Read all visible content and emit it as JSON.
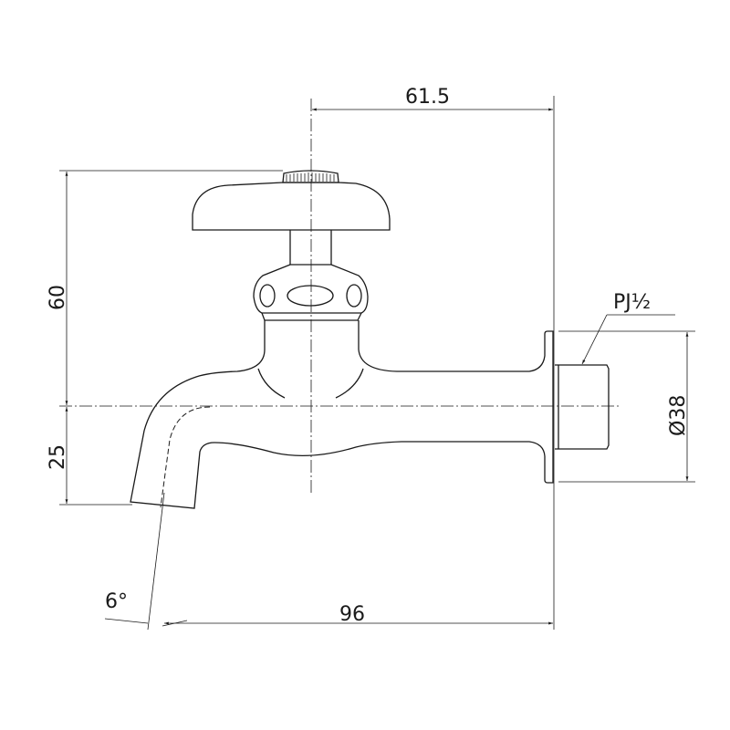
{
  "drawing": {
    "dimensions": {
      "handle_offset": "61.5",
      "height_above_centerline": "60",
      "spout_drop": "25",
      "spout_reach": "96",
      "spout_angle": "6°",
      "flange_diameter": "Ø38",
      "thread": "PJ½"
    },
    "line_color": "#1a1a1a"
  }
}
